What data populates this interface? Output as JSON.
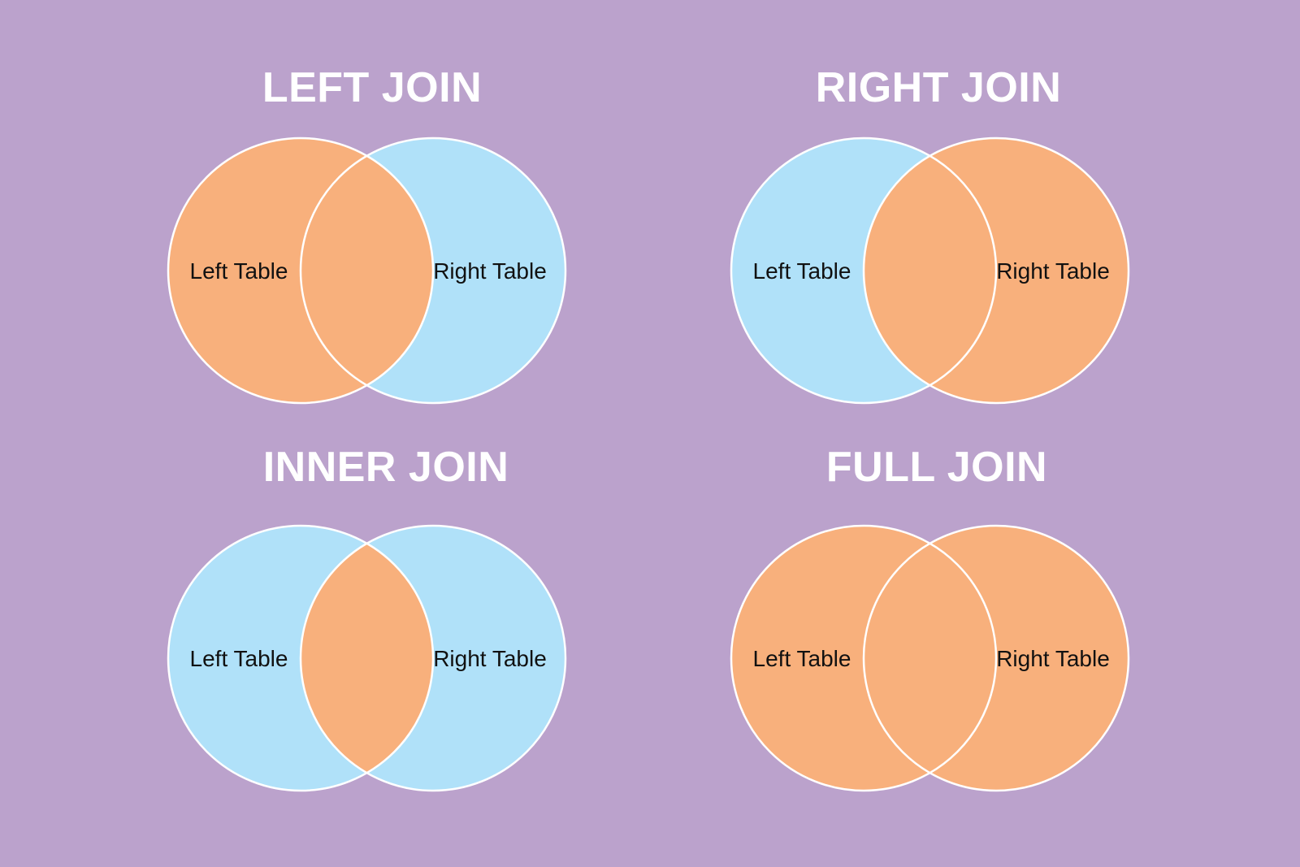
{
  "background_color": "#bba2cc",
  "colors": {
    "included": "#f8b07c",
    "excluded": "#b0e1f9",
    "outline": "#ffffff",
    "title": "#ffffff",
    "label": "#111111"
  },
  "panels": [
    {
      "id": "left-join",
      "title": "LEFT JOIN",
      "left_label": "Left Table",
      "right_label": "Right Table",
      "fills": {
        "left_only": "included",
        "overlap": "included",
        "right_only": "excluded"
      }
    },
    {
      "id": "right-join",
      "title": "RIGHT JOIN",
      "left_label": "Left Table",
      "right_label": "Right Table",
      "fills": {
        "left_only": "excluded",
        "overlap": "included",
        "right_only": "included"
      }
    },
    {
      "id": "inner-join",
      "title": "INNER JOIN",
      "left_label": "Left Table",
      "right_label": "Right Table",
      "fills": {
        "left_only": "excluded",
        "overlap": "included",
        "right_only": "excluded"
      }
    },
    {
      "id": "full-join",
      "title": "FULL JOIN",
      "left_label": "Left Table",
      "right_label": "Right Table",
      "fills": {
        "left_only": "included",
        "overlap": "included",
        "right_only": "included"
      }
    }
  ]
}
